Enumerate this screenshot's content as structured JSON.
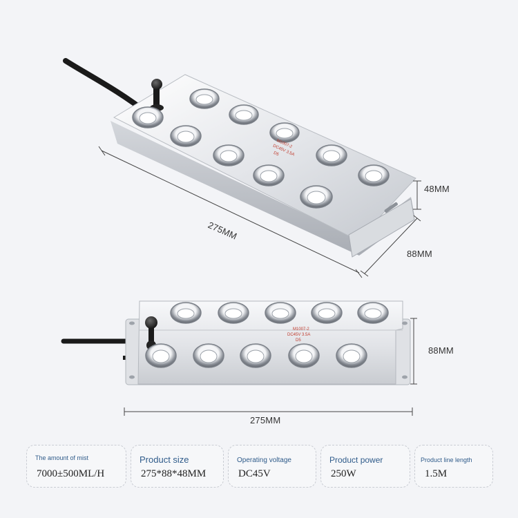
{
  "device_label": {
    "model": "M1007-2",
    "rating": "DC45V 3.5A",
    "code": "D5"
  },
  "dimensions": {
    "iso_length": "275MM",
    "iso_height": "48MM",
    "iso_width": "88MM",
    "front_width": "88MM",
    "front_length": "275MM"
  },
  "specs": [
    {
      "title": "The amount of mist",
      "value": "7000±500ML/H"
    },
    {
      "title": "Product size",
      "value": "275*88*48MM"
    },
    {
      "title": "Operating voltage",
      "value": "DC45V"
    },
    {
      "title": "Product power",
      "value": "250W"
    },
    {
      "title": "Product line length",
      "value": "1.5M"
    }
  ],
  "colors": {
    "background": "#f3f4f7",
    "spec_title": "#2f5b8a",
    "label_red": "#c0392b"
  }
}
